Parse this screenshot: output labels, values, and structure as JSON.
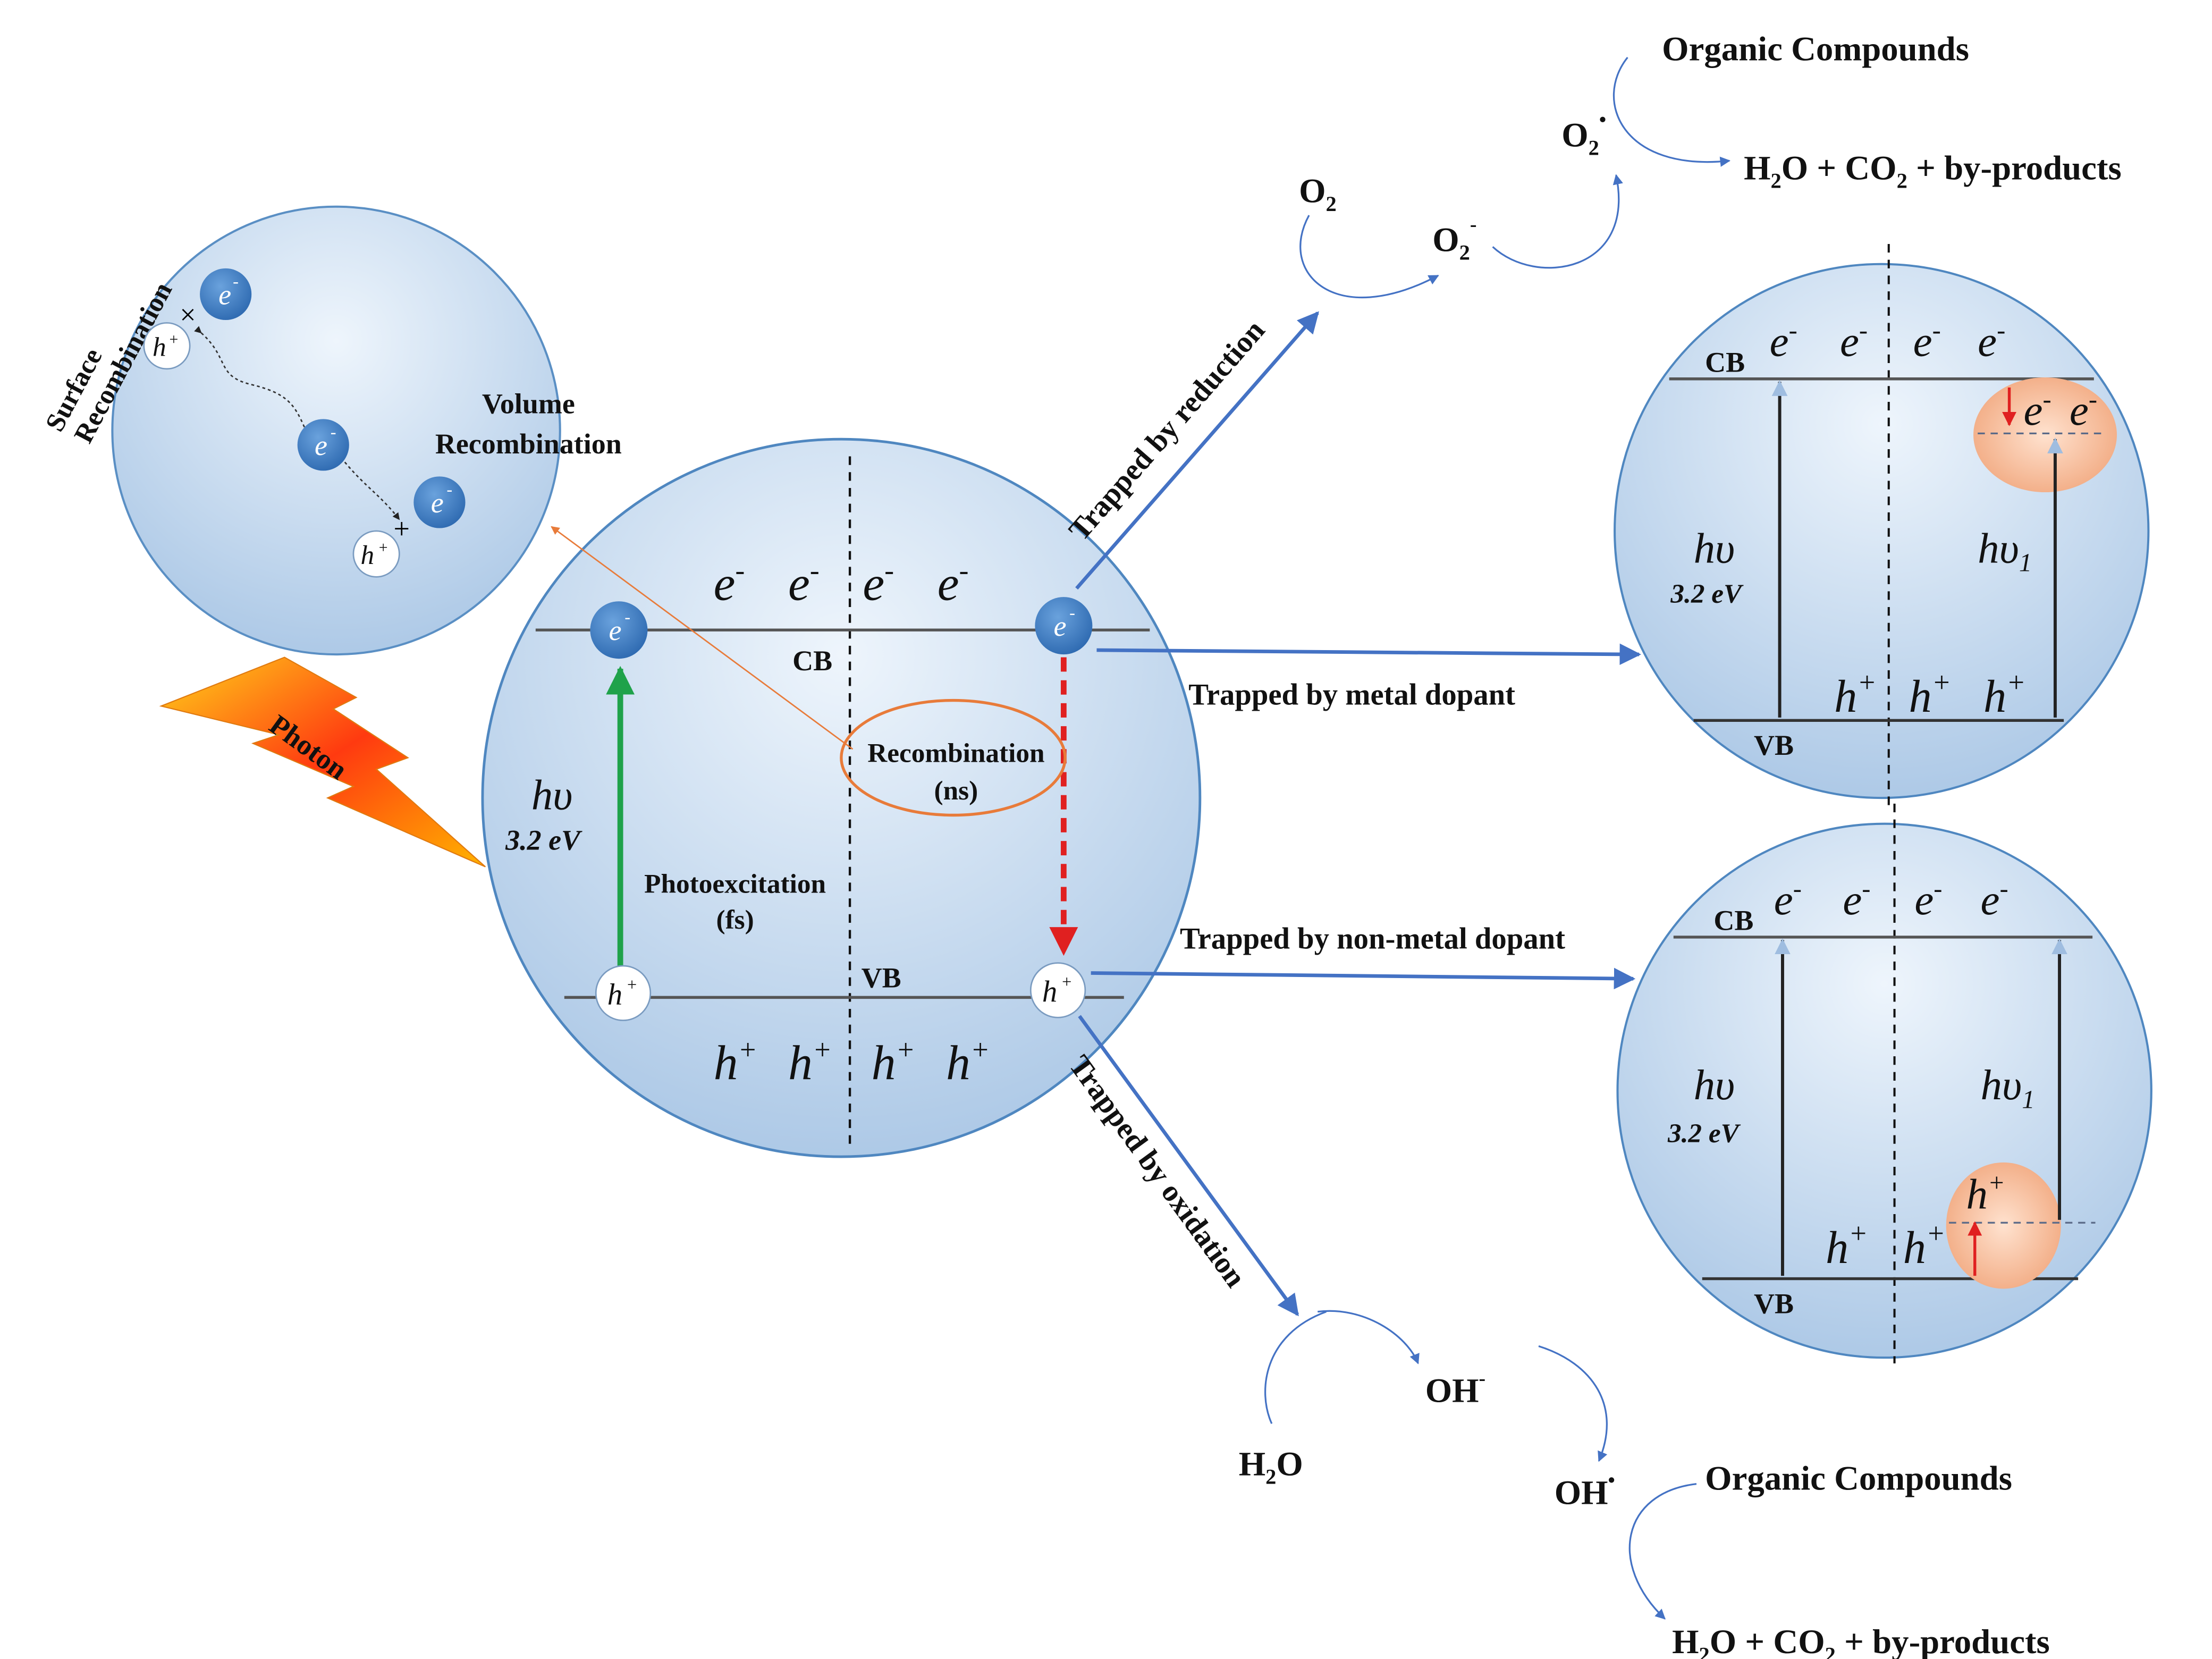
{
  "labels": {
    "electron": "e",
    "electron_sup": "-",
    "hole": "h",
    "hole_sup": "+",
    "hv": "hυ",
    "hv1": "hυ",
    "hv1_sub": "1",
    "energy": "3.2 eV",
    "cb": "CB",
    "vb": "VB",
    "photoexcitation_1": "Photoexcitation",
    "photoexcitation_2": "(fs)",
    "recombination_1": "Recombination",
    "recombination_2": "(ns)",
    "photon": "Photon",
    "surface_recombination_1": "Surface",
    "surface_recombination_2": "Recombination",
    "volume_recombination_1": "Volume",
    "volume_recombination_2": "Recombination",
    "cross": "×",
    "plus": "+",
    "trapped_reduction": "Trapped by reduction",
    "trapped_metal": "Trapped by metal dopant",
    "trapped_nonmetal": "Trapped by non-metal dopant",
    "trapped_oxidation": "Trapped by oxidation",
    "o2": "O",
    "o2_sub": "2",
    "o2_minus_sup": "-",
    "o2_dot_sup": "•",
    "organic_compounds": "Organic Compounds",
    "products_h2o": "H",
    "products_sub2": "2",
    "products_o_co": "O + CO",
    "products_rest": " +  by-products",
    "h2o_h": "H",
    "h2o_sub": "2",
    "h2o_o": "O",
    "oh": "OH",
    "oh_minus_sup": "-",
    "oh_dot_sup": "•"
  },
  "colors": {
    "sphere_light": "#e9f2fb",
    "sphere_dark": "#a8c5e4",
    "sphere_stroke": "#4f87c0",
    "electron_ball": "#3f7fc6",
    "arrow_blue": "#4472c4",
    "arrow_green": "#1fa24a",
    "arrow_red": "#e02020",
    "ellipse_orange": "#e87b3a",
    "dopant_glow": "#f6b892"
  }
}
